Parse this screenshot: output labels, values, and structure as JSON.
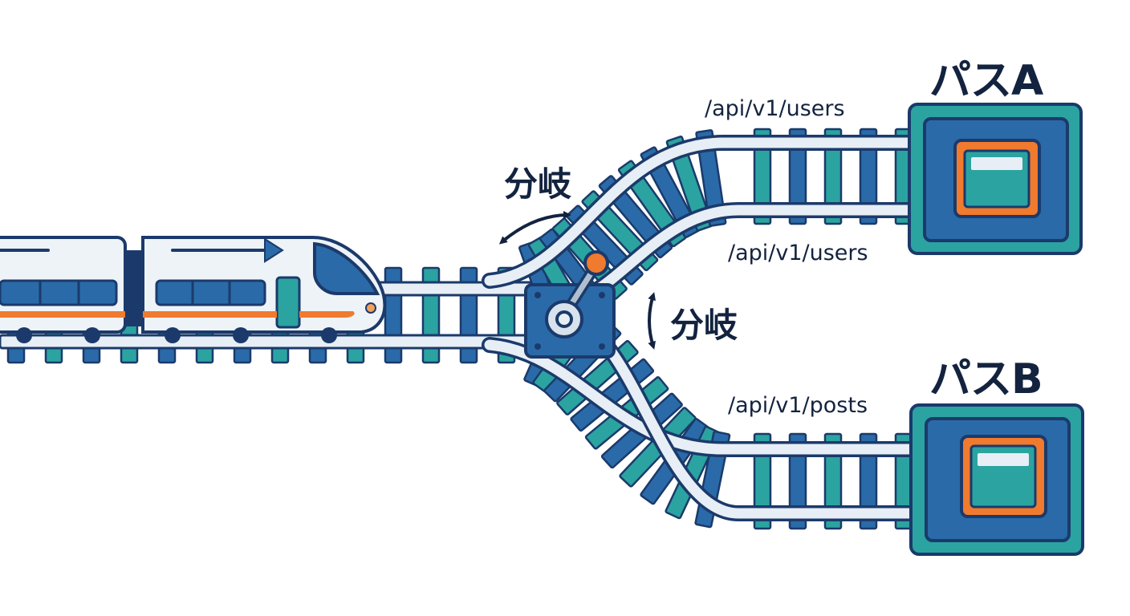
{
  "diagram": {
    "paths": [
      {
        "title": "パスA",
        "route_top": "/api/v1/users",
        "route_bottom": "/api/v1/users"
      },
      {
        "title": "パスB",
        "route_top": "/api/v1/posts"
      }
    ],
    "branch_labels": [
      "分岐",
      "分岐"
    ]
  },
  "colors": {
    "navy": "#1b3a6b",
    "blue": "#2a6aa8",
    "teal": "#2ba3a1",
    "rail": "#e7eef5",
    "orange": "#f07a2e",
    "text": "#13233f"
  },
  "icons": [
    "train-icon",
    "rail-switch-icon",
    "station-buffer-icon",
    "double-arrow-icon"
  ]
}
